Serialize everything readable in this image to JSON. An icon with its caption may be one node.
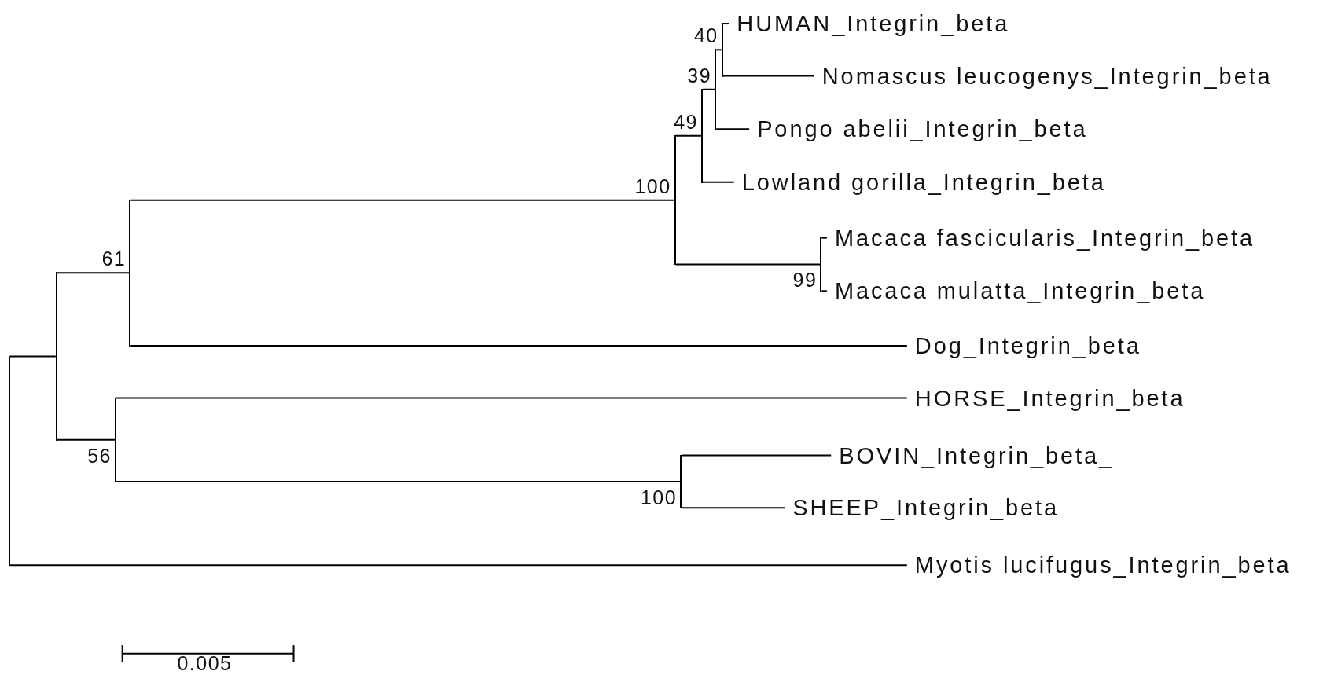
{
  "diagram": {
    "nodes": [
      {
        "text": [],
        "shape": "bar"
      },
      {
        "text": [],
        "shape": "bar"
      },
      {
        "text": [],
        "shape": "bar",
        "beside": [
          "61"
        ]
      },
      {
        "text": [],
        "shape": "bar",
        "beside": [
          "100"
        ]
      },
      {
        "text": [],
        "shape": "bar",
        "beside": [
          "49"
        ]
      },
      {
        "text": [],
        "shape": "bar",
        "beside": [
          "39"
        ]
      },
      {
        "text": [],
        "shape": "bar",
        "beside": [
          "40"
        ]
      },
      {
        "text": [
          "HUMAN_Integrin_beta"
        ]
      },
      {
        "text": [
          "Nomascus leucogenys_Integrin_beta"
        ]
      },
      {
        "text": [
          "Pongo abelii_Integrin_beta"
        ]
      },
      {
        "text": [
          "Lowland gorilla_Integrin_beta"
        ]
      },
      {
        "text": [],
        "shape": "bar",
        "beside": [
          "99"
        ]
      },
      {
        "text": [
          "Macaca fascicularis_Integrin_beta"
        ]
      },
      {
        "text": [
          "Macaca mulatta_Integrin_beta"
        ]
      },
      {
        "text": [
          "Dog_Integrin_beta"
        ]
      },
      {
        "text": [],
        "shape": "bar",
        "beside": [
          "56"
        ]
      },
      {
        "text": [
          "HORSE_Integrin_beta"
        ]
      },
      {
        "text": [],
        "shape": "bar",
        "beside": [
          "100"
        ]
      },
      {
        "text": [
          "BOVIN_Integrin_beta_"
        ]
      },
      {
        "text": [
          "SHEEP_Integrin_beta"
        ]
      },
      {
        "text": [
          "Myotis lucifugus_Integrin_beta"
        ]
      }
    ],
    "edges": [
      {
        "from": 0,
        "to": 1,
        "arrow": "none"
      },
      {
        "from": 1,
        "to": 2,
        "arrow": "none"
      },
      {
        "from": 2,
        "to": 3,
        "arrow": "none"
      },
      {
        "from": 3,
        "to": 4,
        "arrow": "none"
      },
      {
        "from": 4,
        "to": 5,
        "arrow": "none"
      },
      {
        "from": 5,
        "to": 6,
        "arrow": "none"
      },
      {
        "from": 6,
        "to": 7,
        "arrow": "none"
      },
      {
        "from": 6,
        "to": 8,
        "arrow": "none"
      },
      {
        "from": 5,
        "to": 9,
        "arrow": "none"
      },
      {
        "from": 4,
        "to": 10,
        "arrow": "none"
      },
      {
        "from": 3,
        "to": 11,
        "arrow": "none"
      },
      {
        "from": 11,
        "to": 12,
        "arrow": "none"
      },
      {
        "from": 11,
        "to": 13,
        "arrow": "none"
      },
      {
        "from": 2,
        "to": 14,
        "arrow": "none"
      },
      {
        "from": 1,
        "to": 15,
        "arrow": "none"
      },
      {
        "from": 15,
        "to": 16,
        "arrow": "none"
      },
      {
        "from": 15,
        "to": 17,
        "arrow": "none"
      },
      {
        "from": 17,
        "to": 18,
        "arrow": "none"
      },
      {
        "from": 17,
        "to": 19,
        "arrow": "none"
      },
      {
        "from": 0,
        "to": 20,
        "arrow": "none"
      }
    ],
    "labels": [
      "0.005"
    ]
  }
}
